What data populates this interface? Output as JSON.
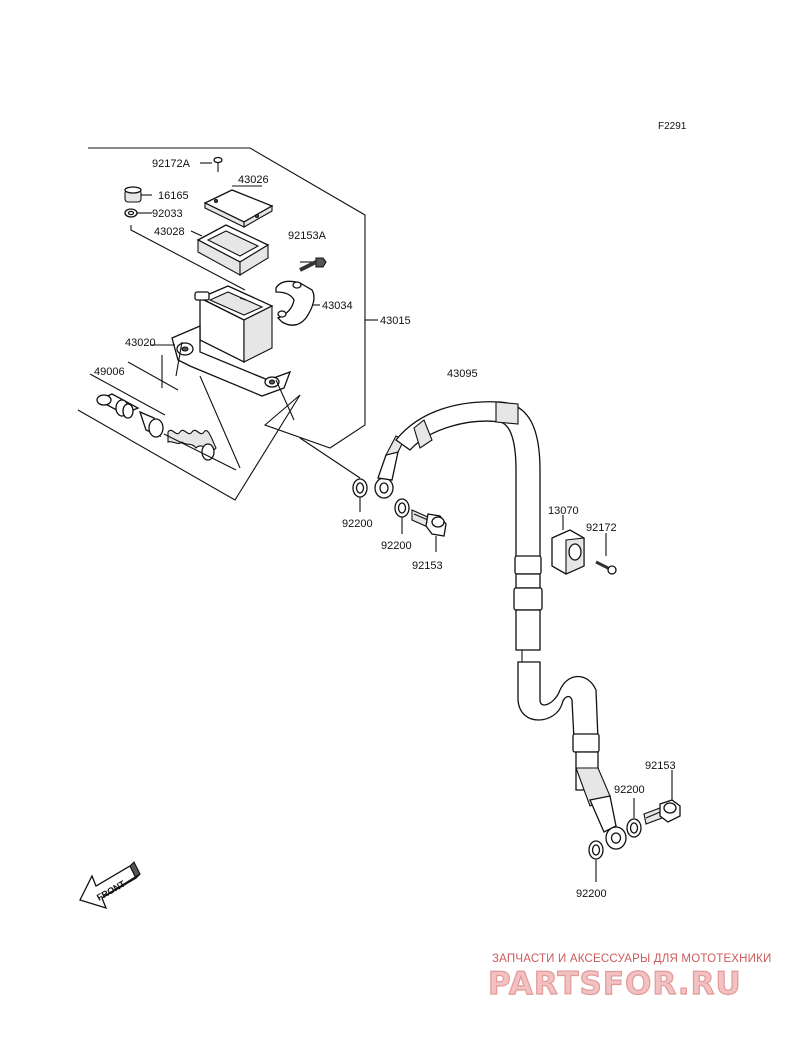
{
  "figure_code": "F2291",
  "parts": {
    "p92172A": "92172A",
    "p16165": "16165",
    "p92033": "92033",
    "p43026": "43026",
    "p43028": "43028",
    "p92153A": "92153A",
    "p43034": "43034",
    "p43015": "43015",
    "p43020": "43020",
    "p49006": "49006",
    "p43095": "43095",
    "p92200_a": "92200",
    "p92200_b": "92200",
    "p92153_a": "92153",
    "p13070": "13070",
    "p92172": "92172",
    "p92153_b": "92153",
    "p92200_c": "92200",
    "p92200_d": "92200"
  },
  "front_label": "FRONT",
  "watermark": {
    "caption": "ЗАПЧАСТИ И АКСЕССУАРЫ ДЛЯ МОТОТЕХНИКИ",
    "brand": "PARTSFOR.RU"
  }
}
